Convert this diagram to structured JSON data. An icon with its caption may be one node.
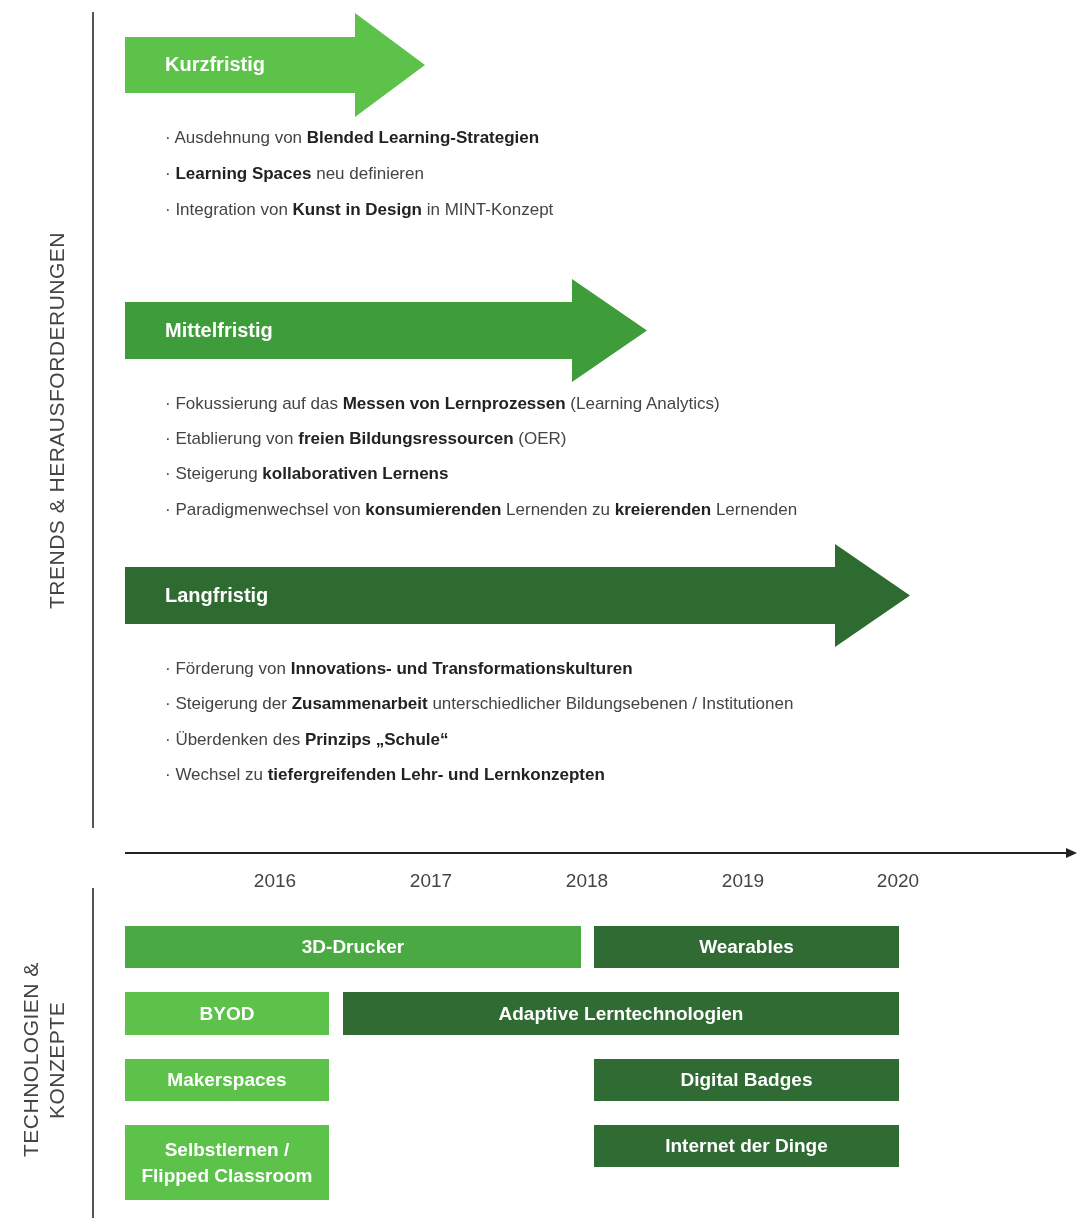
{
  "diagram": {
    "nodes": [
      {
        "text": [
          "Kurzfristig"
        ]
      },
      {
        "text": [
          "Mittelfristig"
        ]
      },
      {
        "text": [
          "Langfristig"
        ]
      },
      {
        "text": [
          "3D-Drucker"
        ]
      },
      {
        "text": [
          "Wearables"
        ]
      },
      {
        "text": [
          "BYOD"
        ]
      },
      {
        "text": [
          "Adaptive Lerntechnologien"
        ]
      },
      {
        "text": [
          "Makerspaces"
        ]
      },
      {
        "text": [
          "Digital Badges"
        ]
      },
      {
        "text": [
          "Selbstlernen / Flipped Classroom"
        ]
      },
      {
        "text": [
          "Internet der Dinge"
        ]
      }
    ],
    "labels": [
      "TRENDS & HERAUSFORDERUNGEN",
      "· Ausdehnung von **Blended Learning-Strategien**",
      "· **Learning Spaces** neu definieren",
      "· Integration von **Kunst in Design** in MINT-Konzept",
      "· Fokussierung auf das **Messen von Lernprozessen** (Learning Analytics)",
      "· Etablierung von **freien Bildungsressourcen** (OER)",
      "· Steigerung **kollaborativen Lernens**",
      "· Paradigmenwechsel von **konsumierenden** Lernenden zu **kreierenden** Lernenden",
      "· Förderung von **Innovations- und Transformationskulturen**",
      "· Steigerung der **Zusammenarbeit** unterschiedlicher Bildungsebenen / Institutionen",
      "· Überdenken des **Prinzips „Schule“**",
      "· Wechsel zu **tiefergreifenden Lehr- und Lernkonzepten**",
      "2016",
      "2017",
      "2018",
      "2019",
      "2020",
      "TECHNOLOGIEN & KONZEPTE"
    ]
  }
}
